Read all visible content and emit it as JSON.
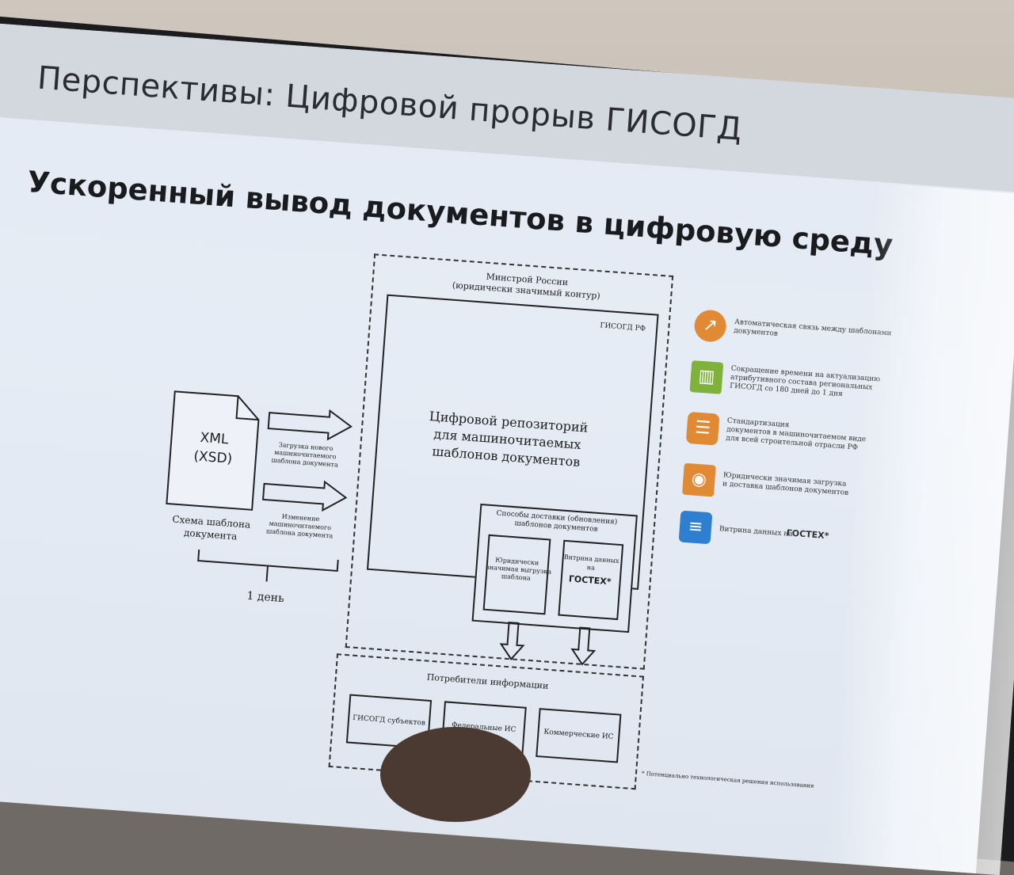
{
  "slide": {
    "title": "Перспективы: Цифровой прорыв ГИСОГД",
    "subtitle": "Ускоренный вывод документов в цифровую среду"
  },
  "diagram": {
    "schema_box": {
      "line1": "XML",
      "line2": "(XSD)",
      "caption_line1": "Схема шаблона",
      "caption_line2": "документа"
    },
    "arrow_upload": {
      "line1": "Загрузка нового",
      "line2": "машиночитаемого",
      "line3": "шаблона документа"
    },
    "arrow_change": {
      "line1": "Изменение",
      "line2": "машиночитаемого",
      "line3": "шаблона документа"
    },
    "duration": "1 день",
    "ministry": {
      "line1": "Минстрой России",
      "line2": "(юридически значимый контур)"
    },
    "gisogd_rf": "ГИСОГД РФ",
    "repository": {
      "line1": "Цифровой репозиторий",
      "line2": "для машиночитаемых",
      "line3": "шаблонов документов"
    },
    "delivery": {
      "line1": "Способы доставки (обновления)",
      "line2": "шаблонов документов"
    },
    "legal_unload": {
      "line1": "Юридически",
      "line2": "значимая выгрузка",
      "line3": "шаблона"
    },
    "data_showcase": {
      "line1": "Витрина данных",
      "line2": "на",
      "brand": "ГОСТЕХ*"
    },
    "consumers": {
      "title": "Потребители информации",
      "items": [
        "ГИСОГД субъектов",
        "Федеральные ИС",
        "Коммерческие ИС"
      ]
    },
    "footnote": "* Потенциально технологическая решения использования"
  },
  "legend": [
    {
      "icon": "share-nodes-icon",
      "line1": "Автоматическая связь между шаблонами",
      "line2": "документов",
      "color": "#e08a35"
    },
    {
      "icon": "bar-chart-clock-icon",
      "line1": "Сокращение времени на актуализацию",
      "line2": "атрибутивного состава региональных",
      "line3": "ГИСОГД со 180 дней до 1 дня",
      "color": "#7fb23a"
    },
    {
      "icon": "documents-icon",
      "line1": "Стандартизация",
      "line2": "документов в машиночитаемом виде",
      "line3": "для всей строительной отрасли РФ",
      "color": "#e08a35"
    },
    {
      "icon": "location-pin-icon",
      "line1": "Юридически значимая загрузка",
      "line2": "и доставка шаблонов документов",
      "color": "#e08a35"
    },
    {
      "icon": "shield-data-icon",
      "line1": "Витрина данных на",
      "brand": "ГОСТЕХ*",
      "color": "#2f7fd1"
    }
  ]
}
